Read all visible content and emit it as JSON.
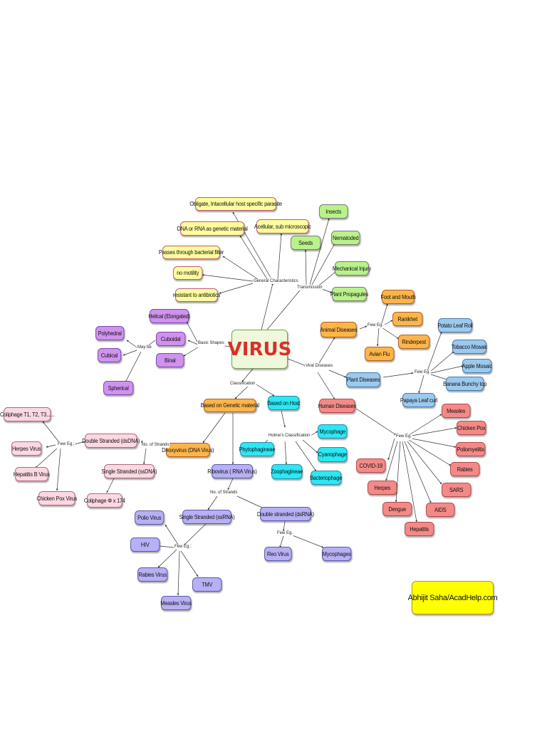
{
  "nodes": {
    "center": "VIRUS",
    "general": [
      "Obligate, Intacellular host specific parasite",
      "DNA or RNA as genetic material",
      "Acellular, sub microscopic",
      "Passes through bacterial filter",
      "no motility",
      "resistant to antibiotics"
    ],
    "transmission": [
      "Insects",
      "Nematoded",
      "Seeds",
      "Mechanical Injury",
      "Plant Propagules"
    ],
    "shapes": [
      "Helical (Elongated)",
      "Cuboidal",
      "Polyhedral",
      "Cubical",
      "Binal",
      "Spherical"
    ],
    "animal": {
      "title": "Animal Diseases",
      "examples": [
        "Foot and Mouth",
        "Ranikhet",
        "Rinderpest",
        "Avian Flu"
      ]
    },
    "plant": {
      "title": "Plant Diseases",
      "examples": [
        "Potato Leaf Roll",
        "Tobacco Mosaic",
        "Apple Mosaic",
        "Banana Bunchy top",
        "Papaya Leaf curl"
      ]
    },
    "human": {
      "title": "Human Diseases",
      "examples": [
        "Measles",
        "Chicken Pox",
        "Poliomyelitis",
        "Rabies",
        "SARS",
        "AIDS",
        "Hepatitis",
        "Dengue",
        "Herpes",
        "COVID-19"
      ]
    },
    "genetic": {
      "title": "Based on Genetic material",
      "deoxy": "Deoxyvirus (DNA Virus)",
      "ribo": "Ribovirus ( RNA Virus)",
      "ds_dna": "Double Stranded (dsDNA)",
      "ss_dna": "Single Stranded (ssDNA)",
      "dna_eg": [
        "Coliphage T1, T2, T3......",
        "Herpes Virus",
        "Hepatitis B Virus",
        "Chicken Pox Virus"
      ],
      "ssdna_eg": "Coliphage Φ x 174",
      "ss_rna": "Single Stranded (ssRNA)",
      "ds_rna": "Double stranded (dsRNA)",
      "ssrna_eg": [
        "Polio Virus",
        "HIV",
        "Rabies Virus",
        "TMV",
        "Measles Virus"
      ],
      "dsrna_eg": [
        "Reo Virus",
        "Mycophages"
      ]
    },
    "host": {
      "title": "Based on Host",
      "items": [
        "Mycophage",
        "Phytophagineae",
        "Cyanophage",
        "Zoophagineae",
        "Bacteriophage"
      ]
    },
    "credit": "Abhijit Saha/AcadHelp.com"
  },
  "labels": {
    "general": "General Characteristics",
    "transmission": "Transmission",
    "shapes": "Basic Shapes",
    "maybe": "May be",
    "diseases": "Viral Diseases",
    "classification": "Classification",
    "holme": "Holme's Classification",
    "few_eg": "Few Eg.",
    "few_eg_colon": "Few Eg.:",
    "strands": "No. of Strands",
    "strands_dot": "No. of Strands"
  }
}
